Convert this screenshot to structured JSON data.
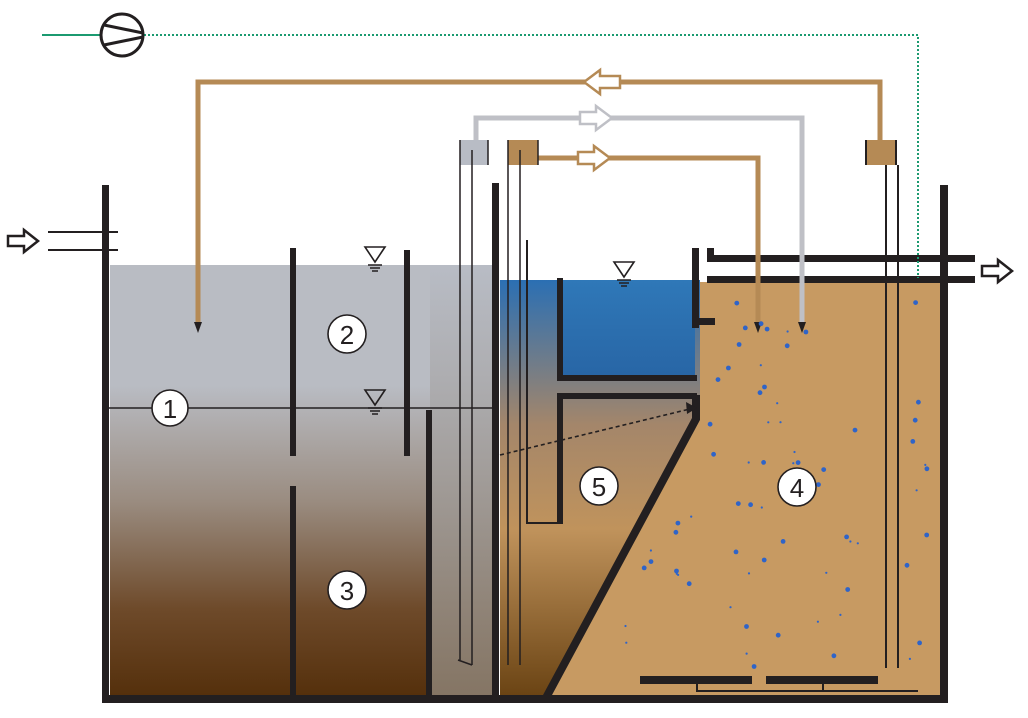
{
  "diagram": {
    "zone_labels": [
      {
        "id": "1",
        "text": "1"
      },
      {
        "id": "2",
        "text": "2"
      },
      {
        "id": "3",
        "text": "3"
      },
      {
        "id": "4",
        "text": "4"
      },
      {
        "id": "5",
        "text": "5"
      }
    ],
    "colors": {
      "wall": "#231f20",
      "grey_liquid": "#b9bcc3",
      "sludge_brown": "#5a3410",
      "bioreactor_sand": "#c79a62",
      "recycle_pipe": "#b58a55",
      "clean_pipe": "#bfc0c6",
      "clear_water": "#2a6fb1",
      "air_line": "#1b9a70",
      "bubble": "#2f64c8"
    },
    "icons": {
      "inlet_arrow": "hollow-arrow-right-icon",
      "outlet_arrow": "hollow-arrow-right-icon",
      "pump": "pump-icon",
      "water_level": "water-level-triangle-icon"
    }
  }
}
